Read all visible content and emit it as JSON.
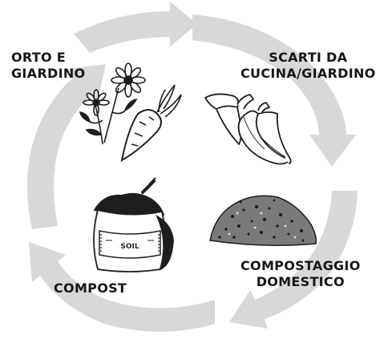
{
  "diagram": {
    "stages": [
      {
        "lines": [
          "ORTO E",
          "GIARDINO"
        ],
        "icon": "garden-flowers-carrot-icon"
      },
      {
        "lines": [
          "SCARTI DA",
          "CUCINA/GIARDINO"
        ],
        "icon": "banana-peels-icon"
      },
      {
        "lines": [
          "COMPOSTAGGIO",
          "DOMESTICO"
        ],
        "icon": "compost-heap-icon"
      },
      {
        "lines": [
          "COMPOST"
        ],
        "icon": "soil-sack-icon"
      }
    ],
    "soil_bag_label": "SOIL",
    "colors": {
      "arrow": "#d8d8d8",
      "text": "#161616",
      "ink": "#1e1e1e",
      "background": "#ffffff"
    }
  }
}
